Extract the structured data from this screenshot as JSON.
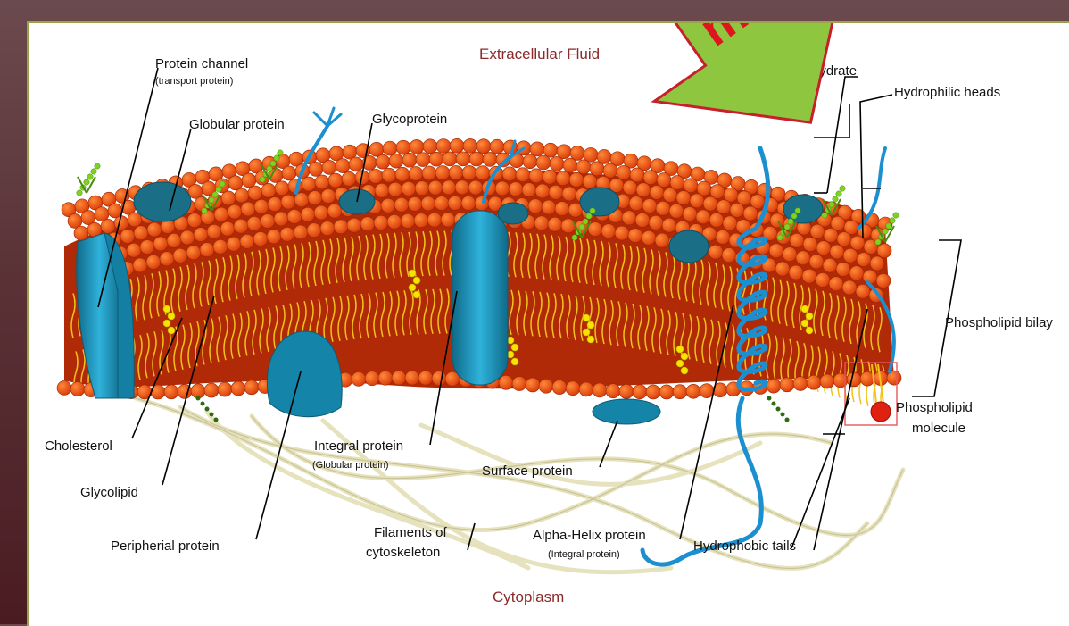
{
  "regions": {
    "top": "Extracellular Fluid",
    "bottom": "Cytoplasm"
  },
  "labels": {
    "protein_channel": "Protein channel",
    "protein_channel_sub": "(transport protein)",
    "globular_protein": "Globular protein",
    "glycoprotein": "Glycoprotein",
    "carbohydrate_partial": "hydrate",
    "hydrophilic_heads": "Hydrophilic heads",
    "phospholipid_bilayer_partial": "Phospholipid bilay",
    "phospholipid_molecule_line1": "Phospholipid",
    "phospholipid_molecule_line2": "molecule",
    "cholesterol": "Cholesterol",
    "glycolipid": "Glycolipid",
    "peripheral_protein": "Peripherial protein",
    "integral_protein": "Integral protein",
    "integral_protein_sub": "(Globular protein)",
    "surface_protein": "Surface protein",
    "filaments_line1": "Filaments of",
    "filaments_line2": "cytoskeleton",
    "alpha_helix": "Alpha-Helix protein",
    "alpha_helix_sub": "(Integral protein)",
    "hydrophobic_tails": "Hydrophobic tails"
  },
  "overlay_arrow": {
    "text": "me",
    "fill": "#8ec63f",
    "stroke": "#c8202a"
  },
  "colors": {
    "heads": "#e8480c",
    "heads_dark": "#a01e06",
    "tails": "#f2c21a",
    "protein": "#1d9bc4",
    "protein_dark": "#145f78",
    "carb_green": "#7ed321",
    "cholesterol": "#f5e400",
    "filaments": "#eae6c2"
  }
}
